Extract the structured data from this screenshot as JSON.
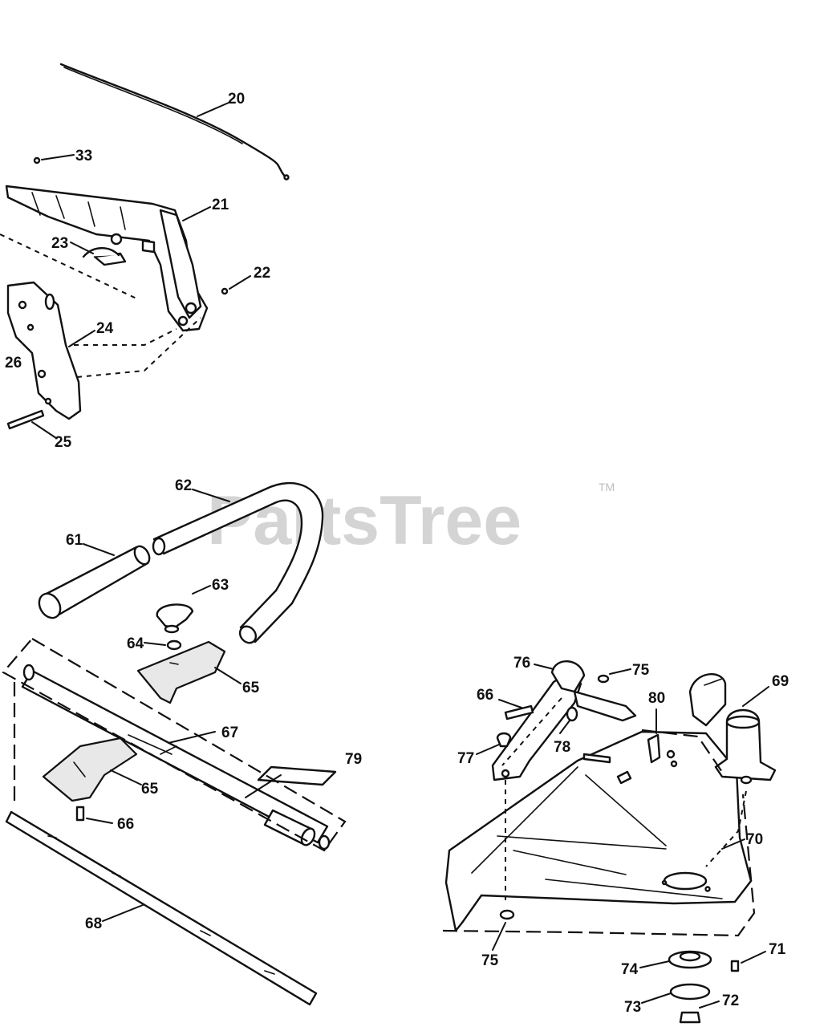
{
  "watermark": {
    "brand": "PartsTree",
    "trademark": "TM"
  },
  "callouts": [
    "20",
    "33",
    "21",
    "23",
    "22",
    "24",
    "26",
    "25",
    "62",
    "61",
    "63",
    "64",
    "65",
    "67",
    "79",
    "65",
    "66",
    "68",
    "76",
    "75",
    "66",
    "80",
    "69",
    "77",
    "78",
    "70",
    "75",
    "71",
    "74",
    "73",
    "72"
  ]
}
